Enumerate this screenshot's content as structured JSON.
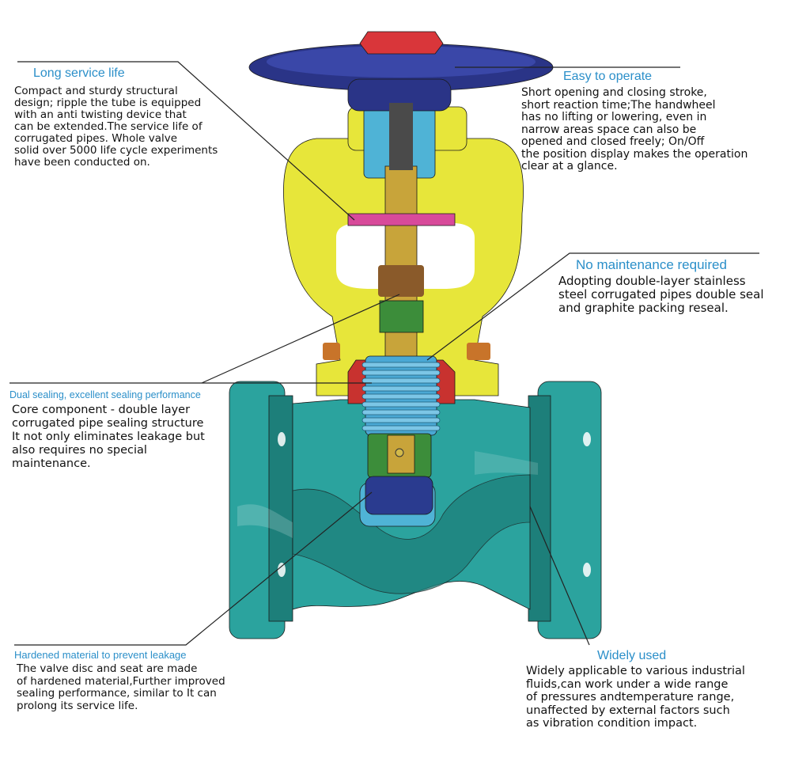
{
  "colors": {
    "body": "#2ba39e",
    "body_dark": "#1d7f7a",
    "bonnet": "#e7e63a",
    "handwheel": "#2a3487",
    "nut": "#d9363a",
    "stem": "#c8a43a",
    "bushing": "#4fb3d6",
    "packing": "#3c8d3a",
    "bellows": "#4aa8d4",
    "seal_red": "#c8322f",
    "disc": "#2a3b8f",
    "gasket_pink": "#d84a9a",
    "title_blue": "#2b8fc9"
  },
  "callouts": {
    "long_service": {
      "title": "Long service life",
      "body": "Compact and sturdy structural\ndesign; ripple the tube is equipped\nwith an anti twisting device that\ncan be extended.The service life of\ncorrugated pipes. Whole valve\nsolid over 5000 life cycle experiments\nhave been conducted on."
    },
    "easy_operate": {
      "title": "Easy to operate",
      "body": "Short opening and closing stroke,\nshort reaction time;The handwheel\nhas no lifting or lowering, even in\nnarrow areas space can also be\nopened and closed freely; On/Off\nthe position display makes the operation\nclear at a glance."
    },
    "no_maintenance": {
      "title": "No maintenance required",
      "body": "Adopting double-layer stainless\nsteel corrugated pipes double seal\nand graphite packing reseal."
    },
    "dual_sealing": {
      "title": "Dual sealing, excellent sealing performance",
      "body": "Core component - double layer\ncorrugated pipe sealing structure\nIt not only eliminates leakage but\nalso requires no special\nmaintenance."
    },
    "hardened": {
      "title": "Hardened material to prevent leakage",
      "body": "The valve disc and seat are made\nof hardened material,Further improved\nsealing performance, similar to It can\nprolong its service life."
    },
    "widely_used": {
      "title": "Widely used",
      "body": "Widely applicable to various industrial\nfluids,can work under a wide range\nof pressures andtemperature range,\nunaffected by external factors such\nas vibration condition impact."
    }
  }
}
